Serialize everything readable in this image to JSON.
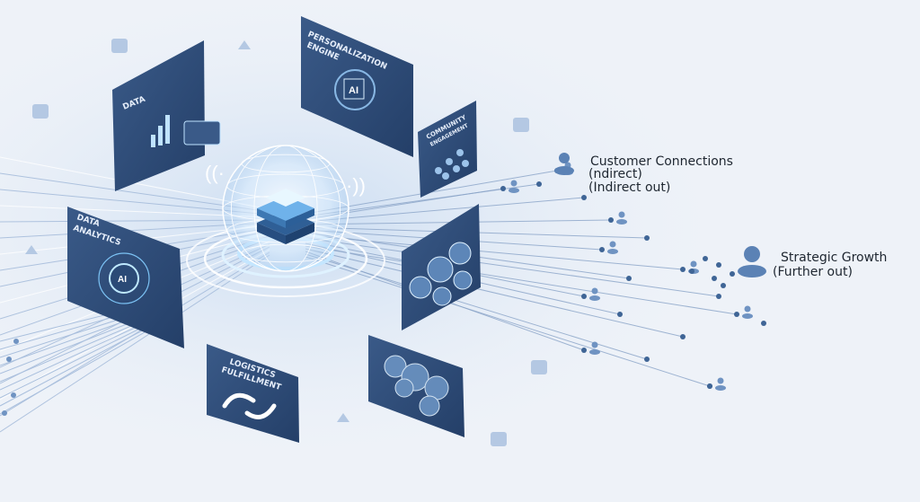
{
  "colors": {
    "background": "#eef2f8",
    "panel": "#2f4d7a",
    "glow": "#bfe3ff",
    "people": "#5b82b5",
    "lines": "#7f98bd"
  },
  "panels": {
    "data": {
      "title": "DATA",
      "icon": "bar-chart-icon"
    },
    "personalization": {
      "title_line1": "PERSONALIZATION",
      "title_line2": "ENGINE",
      "badge": "AI"
    },
    "community": {
      "title_line1": "COMMUNITY",
      "title_line2": "ENGAGEMENT"
    },
    "analytics": {
      "title_line1": "DATA",
      "title_line2": "ANALYTICS",
      "badge": "AI"
    },
    "logistics": {
      "title_line1": "LOGISTICS",
      "title_line2": "FULFILLMENT",
      "icon": "cycle-arrows-icon"
    },
    "chat_upper": {
      "icon": "chat-bubbles-icon"
    },
    "chat_lower": {
      "icon": "chat-bubbles-icon"
    }
  },
  "labels": {
    "customer": {
      "line1": "Customer Connections",
      "line2": "(ndirect)",
      "line3": "(Indirect out)"
    },
    "growth": {
      "line1": "Strategic Growth",
      "line2": "(Further out)"
    }
  }
}
